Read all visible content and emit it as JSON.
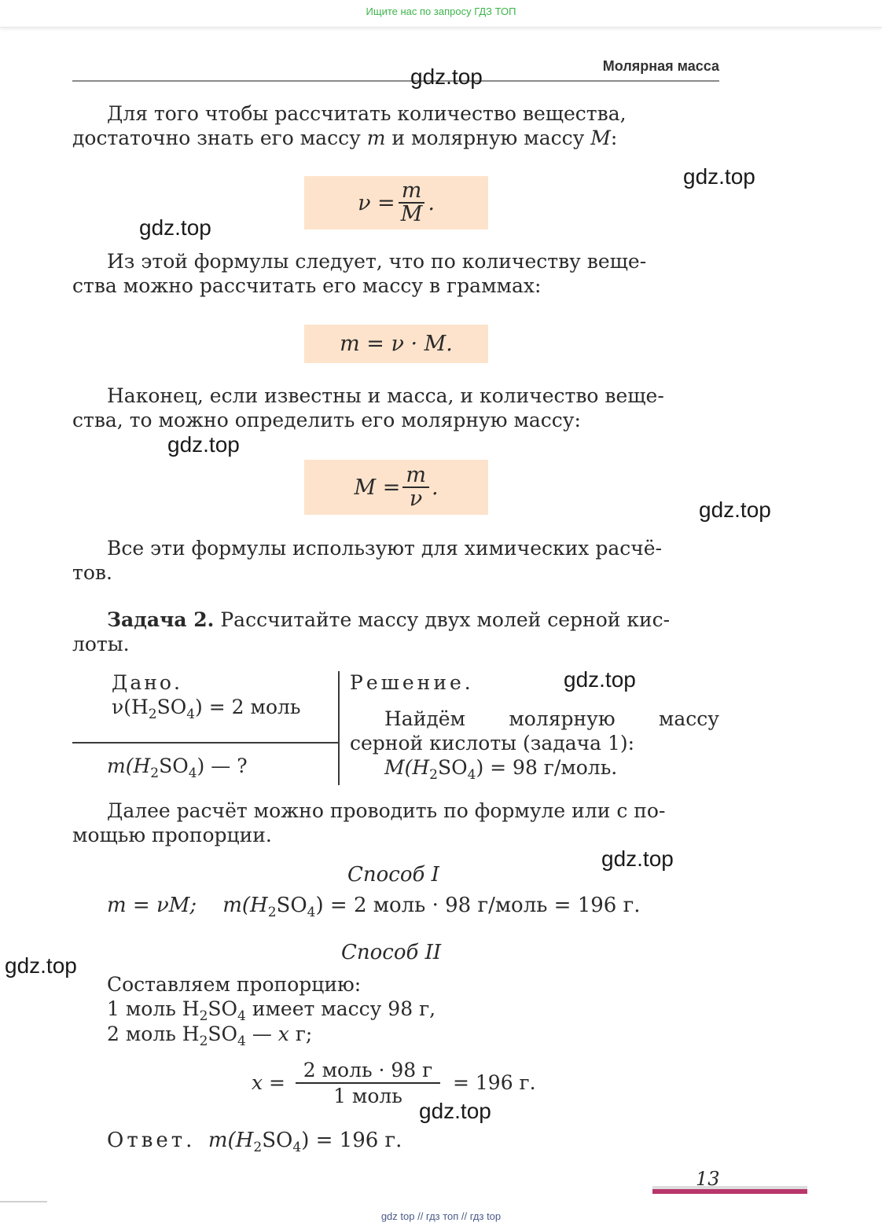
{
  "top_banner": "Ищите нас по запросу ГДЗ ТОП",
  "header": {
    "title": "Молярная масса"
  },
  "watermark": "gdz.top",
  "paragraphs": {
    "p1_l1": "Для того чтобы рассчитать количество вещества,",
    "p1_l2_a": "достаточно знать его массу ",
    "p1_l2_m": "m",
    "p1_l2_b": " и молярную массу ",
    "p1_l2_M": "M",
    "p1_l2_c": ":",
    "p2_l1": "Из этой формулы следует, что по количеству веще-",
    "p2_l2": "ства можно рассчитать его массу в граммах:",
    "p3_l1": "Наконец, если известны и масса, и количество веще-",
    "p3_l2": "ства, то можно определить его молярную массу:",
    "p4_l1": "Все эти формулы используют для химических расчё-",
    "p4_l2": "тов.",
    "task_bold": "Задача 2.",
    "task_l1": " Рассчитайте массу двух молей серной кис-",
    "task_l2": "лоты.",
    "p5_l1": "Далее расчёт можно проводить по формуле или с по-",
    "p5_l2": "мощью пропорции."
  },
  "formulas": {
    "f1_lhs": "ν =",
    "f1_num": "m",
    "f1_den": "M",
    "f1_end": ".",
    "f2": "m = ν · M.",
    "f3_lhs": "M =",
    "f3_num": "m",
    "f3_den": "ν",
    "f3_end": "."
  },
  "given": {
    "label": "Дано.",
    "v_line": "ν(H",
    "find": "m(H",
    "mid": "SO",
    "v_value": ") = 2 моль",
    "find_value": ") — ?",
    "sub2": "2",
    "sub4": "4"
  },
  "solution": {
    "label": "Решение.",
    "l1": "Найдём молярную массу",
    "l2": "серной кислоты (задача 1):",
    "l3_a": "M(H",
    "l3_b": ") = 98 г/моль."
  },
  "method1": {
    "title": "Способ I",
    "lhs": "m = νM;",
    "calc_a": "m(H",
    "calc_b": ") = 2 моль · 98 г/моль = 196 г."
  },
  "method2": {
    "title": "Способ II",
    "l1": "Составляем пропорцию:",
    "l2_a": "1 моль H",
    "l2_b": " имеет массу 98 г,",
    "l3_a": "2 моль H",
    "l3_b": " — ",
    "l3_x": "x",
    "l3_c": " г;",
    "eq_x": "x =",
    "eq_num": "2 моль · 98 г",
    "eq_den": "1 моль",
    "eq_res": "= 196 г."
  },
  "answer": {
    "label": "Ответ.",
    "a": "m(H",
    "b": ") = 196 г."
  },
  "page_number": "13",
  "footer": "gdz top  //  гдз топ  //  гдз top"
}
